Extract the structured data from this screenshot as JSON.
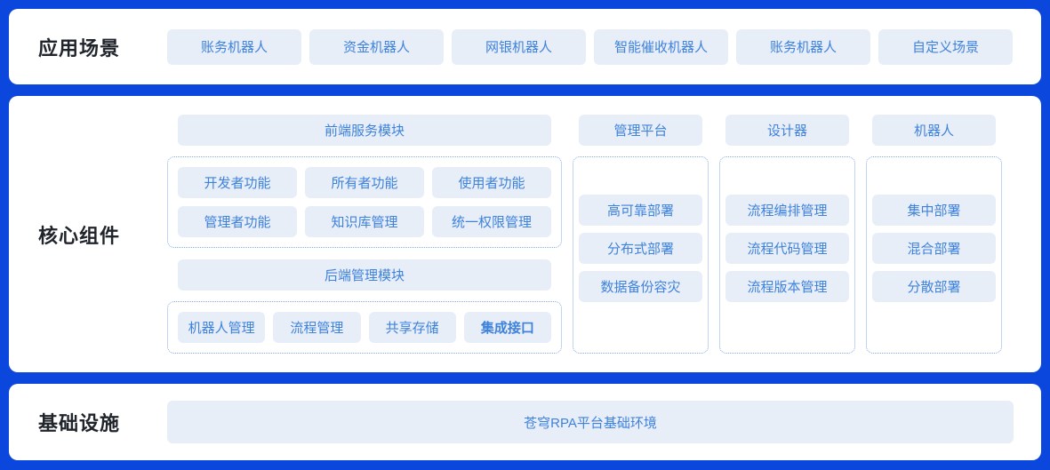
{
  "colors": {
    "frame_blue": "#0b46dd",
    "panel_white": "#ffffff",
    "chip_background": "#e8eef8",
    "chip_text_blue": "#3e82dc",
    "section_label_dark": "#20242b",
    "dashed_border_blue": "#85abe4"
  },
  "sections": {
    "scenarios": {
      "label": "应用场景",
      "items": [
        "账务机器人",
        "资金机器人",
        "网银机器人",
        "智能催收机器人",
        "账务机器人",
        "自定义场景"
      ]
    },
    "core": {
      "label": "核心组件",
      "frontend": {
        "header": "前端服务模块",
        "items": [
          "开发者功能",
          "所有者功能",
          "使用者功能",
          "管理者功能",
          "知识库管理",
          "统一权限管理"
        ]
      },
      "backend": {
        "header": "后端管理模块",
        "items": [
          "机器人管理",
          "流程管理",
          "共享存储",
          "集成接口"
        ]
      },
      "columns": [
        {
          "header": "管理平台",
          "items": [
            "高可靠部署",
            "分布式部署",
            "数据备份容灾"
          ]
        },
        {
          "header": "设计器",
          "items": [
            "流程编排管理",
            "流程代码管理",
            "流程版本管理"
          ]
        },
        {
          "header": "机器人",
          "items": [
            "集中部署",
            "混合部署",
            "分散部署"
          ]
        }
      ]
    },
    "infra": {
      "label": "基础设施",
      "bar": "苍穹RPA平台基础环境"
    }
  }
}
